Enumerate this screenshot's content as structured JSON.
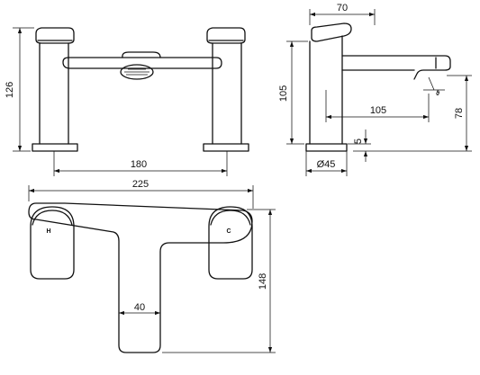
{
  "dimensions": {
    "front_height": "126",
    "front_centres": "180",
    "side_depth": "70",
    "side_height": "105",
    "side_projection": "105",
    "spout_height": "78",
    "base_thickness": "5",
    "base_diameter": "Ø45",
    "plan_width": "225",
    "plan_depth": "148",
    "plan_stem_width": "40"
  },
  "handle_labels": {
    "hot": "H",
    "cold": "C"
  }
}
